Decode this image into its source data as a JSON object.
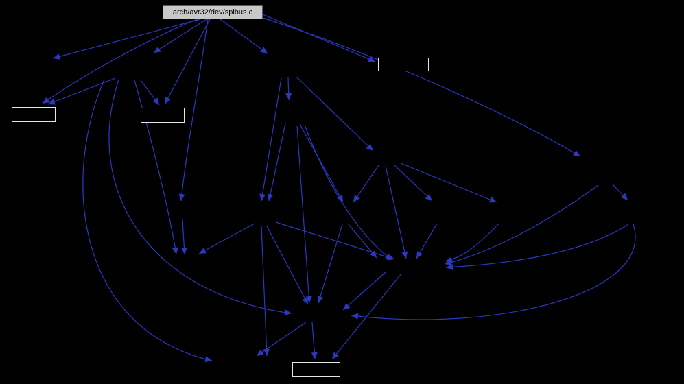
{
  "diagram": {
    "type": "include-dependency-graph",
    "background": "#000000",
    "edge_color": "#2a38c2",
    "box_border_color": "#e6e6e6",
    "main_node": {
      "label": "arch/avr32/dev/spibus.c",
      "fill": "#c8c8c8",
      "text_color": "#000000",
      "border_color": "#5a5a5a"
    },
    "unlabeled_node_ids": [
      "box-top-right",
      "box-left",
      "box-mid-left",
      "box-bottom"
    ],
    "edges": [
      "M292,28 L77,85",
      "M301,28 L224,77",
      "M287,28 C210,60 120,110 62,151",
      "M306,28 L240,152",
      "M303,28 C290,120 270,230 264,293",
      "M321,28 L390,78",
      "M383,21 L547,90",
      "M383,26 C550,80 730,160 846,228",
      "M168,114 L70,152",
      "M205,117 L232,153",
      "M196,117 C220,200 245,300 257,371",
      "M152,116 C90,260 110,480 309,526",
      "M173,116 C120,280 220,430 425,457",
      "M266,320 L269,371",
      "M371,326 L290,370",
      "M389,330 L449,444",
      "M402,324 L575,378",
      "M381,330 L389,519",
      "M420,113 L421,146",
      "M432,112 L544,220",
      "M416,180 L392,293",
      "M410,114 L381,293",
      "M437,181 L500,295",
      "M444,182 C480,280 530,350 572,379",
      "M433,184 L451,442",
      "M552,241 L515,295",
      "M562,242 L592,377",
      "M574,240 L630,293",
      "M584,238 L724,295",
      "M507,326 L549,376",
      "M499,327 L464,442",
      "M637,326 L607,377",
      "M727,326 C690,365 670,376 649,381",
      "M872,270 C790,330 710,370 648,385",
      "M893,269 L915,292",
      "M923,327 C955,430 720,485 512,460",
      "M916,327 C850,370 740,385 650,390",
      "M562,397 L500,452",
      "M585,399 L484,524",
      "M455,470 L459,524",
      "M446,470 L374,519"
    ]
  }
}
